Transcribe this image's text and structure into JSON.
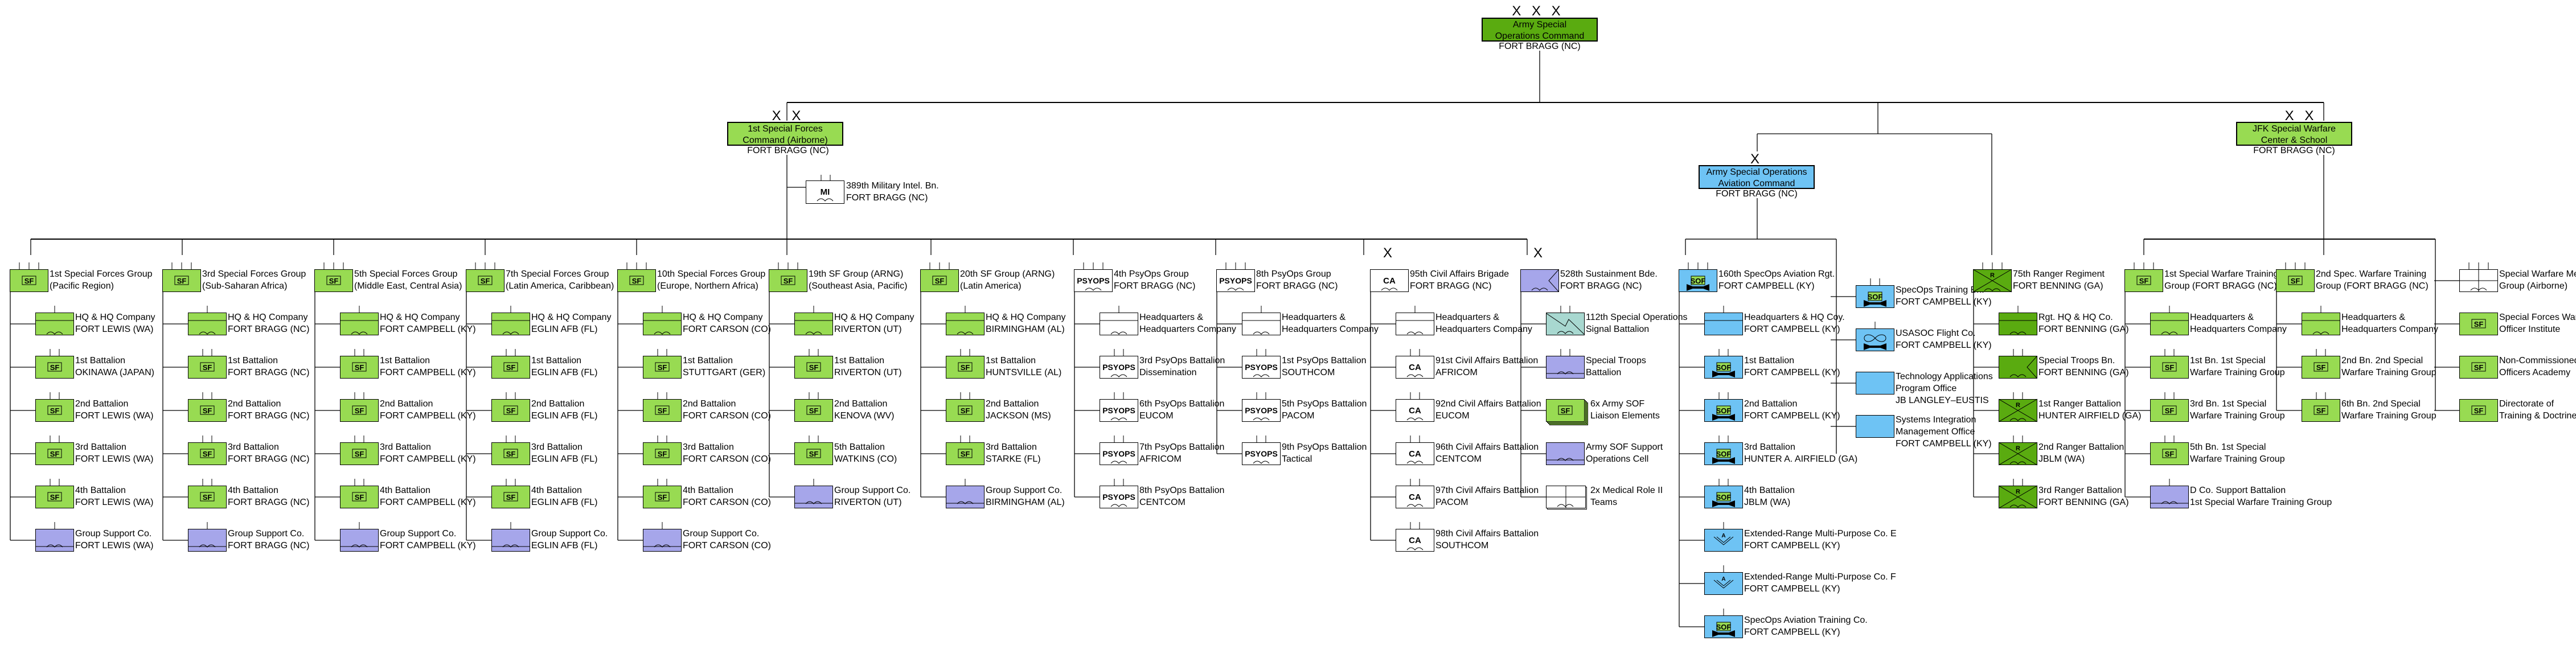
{
  "colors": {
    "sf_green": "#98db52",
    "dark_green": "#5aab10",
    "support_lavender": "#a6a6ea",
    "aviation_blue": "#6ec3f4",
    "signal_teal": "#a8d8d0",
    "line": "#000000"
  },
  "usasoc": {
    "echelon": "X X X",
    "name_line1": "Army Special",
    "name_line2": "Operations Command",
    "location": "FORT BRAGG (NC)"
  },
  "sfc": {
    "echelon": "X X",
    "name_line1": "1st Special Forces",
    "name_line2": "Command (Airborne)",
    "location": "FORT BRAGG (NC)",
    "mi_bn": {
      "icon": "MI",
      "line1": "389th Military Intel. Bn.",
      "line2": "FORT BRAGG (NC)"
    }
  },
  "asoac": {
    "echelon": "X",
    "name_line1": "Army Special Operations",
    "name_line2": "Aviation Command",
    "location": "FORT BRAGG (NC)"
  },
  "swcs": {
    "echelon": "X X",
    "name_line1": "JFK Special Warfare",
    "name_line2": "Center & School",
    "location": "FORT BRAGG (NC)"
  },
  "columns": [
    {
      "head": {
        "type": "sf",
        "icon": "SF",
        "line1": "1st Special Forces Group",
        "line2": "(Pacific Region)"
      },
      "children": [
        {
          "type": "hhc",
          "line1": "HQ & HQ Company",
          "line2": "FORT LEWIS (WA)"
        },
        {
          "type": "sf",
          "icon": "SF",
          "line1": "1st Battalion",
          "line2": "OKINAWA (JAPAN)"
        },
        {
          "type": "sf",
          "icon": "SF",
          "line1": "2nd Battalion",
          "line2": "FORT LEWIS (WA)"
        },
        {
          "type": "sf",
          "icon": "SF",
          "line1": "3rd Battalion",
          "line2": "FORT LEWIS (WA)"
        },
        {
          "type": "sf",
          "icon": "SF",
          "line1": "4th Battalion",
          "line2": "FORT LEWIS (WA)"
        },
        {
          "type": "support",
          "line1": "Group Support Co.",
          "line2": "FORT LEWIS (WA)"
        }
      ]
    },
    {
      "head": {
        "type": "sf",
        "icon": "SF",
        "line1": "3rd Special Forces Group",
        "line2": "(Sub-Saharan Africa)"
      },
      "children": [
        {
          "type": "hhc",
          "line1": "HQ & HQ Company",
          "line2": "FORT BRAGG (NC)"
        },
        {
          "type": "sf",
          "icon": "SF",
          "line1": "1st Battalion",
          "line2": "FORT BRAGG (NC)"
        },
        {
          "type": "sf",
          "icon": "SF",
          "line1": "2nd Battalion",
          "line2": "FORT BRAGG (NC)"
        },
        {
          "type": "sf",
          "icon": "SF",
          "line1": "3rd Battalion",
          "line2": "FORT BRAGG (NC)"
        },
        {
          "type": "sf",
          "icon": "SF",
          "line1": "4th Battalion",
          "line2": "FORT BRAGG (NC)"
        },
        {
          "type": "support",
          "line1": "Group Support Co.",
          "line2": "FORT BRAGG (NC)"
        }
      ]
    },
    {
      "head": {
        "type": "sf",
        "icon": "SF",
        "line1": "5th Special Forces Group",
        "line2": "(Middle East, Central Asia)"
      },
      "children": [
        {
          "type": "hhc",
          "line1": "HQ & HQ Company",
          "line2": "FORT CAMPBELL (KY)"
        },
        {
          "type": "sf",
          "icon": "SF",
          "line1": "1st Battalion",
          "line2": "FORT CAMPBELL (KY)"
        },
        {
          "type": "sf",
          "icon": "SF",
          "line1": "2nd Battalion",
          "line2": "FORT CAMPBELL (KY)"
        },
        {
          "type": "sf",
          "icon": "SF",
          "line1": "3rd Battalion",
          "line2": "FORT CAMPBELL (KY)"
        },
        {
          "type": "sf",
          "icon": "SF",
          "line1": "4th Battalion",
          "line2": "FORT CAMPBELL (KY)"
        },
        {
          "type": "support",
          "line1": "Group Support Co.",
          "line2": "FORT CAMPBELL (KY)"
        }
      ]
    },
    {
      "head": {
        "type": "sf",
        "icon": "SF",
        "line1": "7th Special Forces Group",
        "line2": "(Latin America, Caribbean)"
      },
      "children": [
        {
          "type": "hhc",
          "line1": "HQ & HQ Company",
          "line2": "EGLIN AFB (FL)"
        },
        {
          "type": "sf",
          "icon": "SF",
          "line1": "1st Battalion",
          "line2": "EGLIN AFB (FL)"
        },
        {
          "type": "sf",
          "icon": "SF",
          "line1": "2nd Battalion",
          "line2": "EGLIN AFB (FL)"
        },
        {
          "type": "sf",
          "icon": "SF",
          "line1": "3rd Battalion",
          "line2": "EGLIN AFB (FL)"
        },
        {
          "type": "sf",
          "icon": "SF",
          "line1": "4th Battalion",
          "line2": "EGLIN AFB (FL)"
        },
        {
          "type": "support",
          "line1": "Group Support Co.",
          "line2": "EGLIN AFB (FL)"
        }
      ]
    },
    {
      "head": {
        "type": "sf",
        "icon": "SF",
        "line1": "10th Special Forces Group",
        "line2": "(Europe, Northern Africa)"
      },
      "children": [
        {
          "type": "hhc",
          "line1": "HQ & HQ Company",
          "line2": "FORT CARSON (CO)"
        },
        {
          "type": "sf",
          "icon": "SF",
          "line1": "1st Battalion",
          "line2": "STUTTGART (GER)"
        },
        {
          "type": "sf",
          "icon": "SF",
          "line1": "2nd Battalion",
          "line2": "FORT CARSON (CO)"
        },
        {
          "type": "sf",
          "icon": "SF",
          "line1": "3rd Battalion",
          "line2": "FORT CARSON (CO)"
        },
        {
          "type": "sf",
          "icon": "SF",
          "line1": "4th Battalion",
          "line2": "FORT CARSON (CO)"
        },
        {
          "type": "support",
          "line1": "Group Support Co.",
          "line2": "FORT CARSON (CO)"
        }
      ]
    },
    {
      "head": {
        "type": "sf",
        "icon": "SF",
        "line1": "19th SF Group (ARNG)",
        "line2": "(Southeast Asia, Pacific)"
      },
      "children": [
        {
          "type": "hhc",
          "line1": "HQ & HQ Company",
          "line2": "RIVERTON (UT)"
        },
        {
          "type": "sf",
          "icon": "SF",
          "line1": "1st Battalion",
          "line2": "RIVERTON (UT)"
        },
        {
          "type": "sf",
          "icon": "SF",
          "line1": "2nd Battalion",
          "line2": "KENOVA (WV)"
        },
        {
          "type": "sf",
          "icon": "SF",
          "line1": "5th Battalion",
          "line2": "WATKINS (CO)"
        },
        {
          "type": "support",
          "line1": "Group Support Co.",
          "line2": "RIVERTON (UT)"
        }
      ]
    },
    {
      "head": {
        "type": "sf",
        "icon": "SF",
        "line1": "20th SF Group (ARNG)",
        "line2": "(Latin America)"
      },
      "children": [
        {
          "type": "hhc",
          "line1": "HQ & HQ Company",
          "line2": "BIRMINGHAM (AL)"
        },
        {
          "type": "sf",
          "icon": "SF",
          "line1": "1st Battalion",
          "line2": "HUNTSVILLE (AL)"
        },
        {
          "type": "sf",
          "icon": "SF",
          "line1": "2nd Battalion",
          "line2": "JACKSON (MS)"
        },
        {
          "type": "sf",
          "icon": "SF",
          "line1": "3rd Battalion",
          "line2": "STARKE (FL)"
        },
        {
          "type": "support",
          "line1": "Group Support Co.",
          "line2": "BIRMINGHAM (AL)"
        }
      ]
    },
    {
      "head": {
        "type": "psyops",
        "icon": "PSYOPS",
        "line1": "4th PsyOps Group",
        "line2": "FORT BRAGG (NC)"
      },
      "children": [
        {
          "type": "hhc-white",
          "line1": "Headquarters &",
          "line2": "Headquarters Company"
        },
        {
          "type": "psyops",
          "icon": "PSYOPS",
          "line1": "3rd PsyOps Battalion",
          "line2": "Dissemination"
        },
        {
          "type": "psyops",
          "icon": "PSYOPS",
          "line1": "6th PsyOps Battalion",
          "line2": "EUCOM"
        },
        {
          "type": "psyops",
          "icon": "PSYOPS",
          "line1": "7th PsyOps Battalion",
          "line2": "AFRICOM"
        },
        {
          "type": "psyops",
          "icon": "PSYOPS",
          "line1": "8th PsyOps Battalion",
          "line2": "CENTCOM"
        }
      ]
    },
    {
      "head": {
        "type": "psyops",
        "icon": "PSYOPS",
        "line1": "8th PsyOps Group",
        "line2": "FORT BRAGG (NC)"
      },
      "children": [
        {
          "type": "hhc-white",
          "line1": "Headquarters &",
          "line2": "Headquarters Company"
        },
        {
          "type": "psyops",
          "icon": "PSYOPS",
          "line1": "1st PsyOps Battalion",
          "line2": "SOUTHCOM"
        },
        {
          "type": "psyops",
          "icon": "PSYOPS",
          "line1": "5th PsyOps Battalion",
          "line2": "PACOM"
        },
        {
          "type": "psyops",
          "icon": "PSYOPS",
          "line1": "9th PsyOps Battalion",
          "line2": "Tactical"
        }
      ]
    },
    {
      "head": {
        "type": "ca",
        "icon": "CA",
        "echelon": "X",
        "line1": "95th Civil Affairs Brigade",
        "line2": "FORT BRAGG (NC)"
      },
      "children": [
        {
          "type": "hhc-white",
          "line1": "Headquarters &",
          "line2": "Headquarters Company"
        },
        {
          "type": "ca",
          "icon": "CA",
          "line1": "91st Civil Affairs Battalion",
          "line2": "AFRICOM"
        },
        {
          "type": "ca",
          "icon": "CA",
          "line1": "92nd Civil Affairs Battalion",
          "line2": "EUCOM"
        },
        {
          "type": "ca",
          "icon": "CA",
          "line1": "96th Civil Affairs Battalion",
          "line2": "CENTCOM"
        },
        {
          "type": "ca",
          "icon": "CA",
          "line1": "97th Civil Affairs Battalion",
          "line2": "PACOM"
        },
        {
          "type": "ca",
          "icon": "CA",
          "line1": "98th Civil Affairs Battalion",
          "line2": "SOUTHCOM"
        }
      ]
    },
    {
      "head": {
        "type": "sustain",
        "echelon": "X",
        "line1": "528th Sustainment Bde.",
        "line2": "FORT BRAGG (NC)"
      },
      "children": [
        {
          "type": "signal",
          "line1": "112th Special Operations",
          "line2": "Signal Battalion"
        },
        {
          "type": "support-bn",
          "line1": "Special Troops",
          "line2": "Battalion"
        },
        {
          "type": "sf-stack",
          "icon": "SF",
          "line1": "6x Army SOF",
          "line2": "Liaison Elements"
        },
        {
          "type": "support-plain",
          "line1": "Army SOF Support",
          "line2": "Operations Cell"
        },
        {
          "type": "medical-stack",
          "line1": "2x Medical Role II",
          "line2": "Teams"
        }
      ]
    },
    {
      "head": {
        "type": "sof",
        "icon": "SOF",
        "line1": "160th SpecOps Aviation Rgt.",
        "line2": "FORT CAMPBELL (KY)"
      },
      "children": [
        {
          "type": "hhc-blue",
          "line1": "Headquarters & HQ Coy.",
          "line2": "FORT CAMPBELL (KY)"
        },
        {
          "type": "sof",
          "icon": "SOF",
          "line1": "1st Battalion",
          "line2": "FORT CAMPBELL (KY)"
        },
        {
          "type": "sof",
          "icon": "SOF",
          "line1": "2nd Battalion",
          "line2": "FORT CAMPBELL (KY)"
        },
        {
          "type": "sof",
          "icon": "SOF",
          "line1": "3rd Battalion",
          "line2": "HUNTER A. AIRFIELD (GA)"
        },
        {
          "type": "sof",
          "icon": "SOF",
          "line1": "4th Battalion",
          "line2": "JBLM (WA)"
        },
        {
          "type": "uav",
          "icon": "A",
          "line1": "Extended-Range Multi-Purpose Co. E",
          "line2": "FORT CAMPBELL (KY)"
        },
        {
          "type": "uav",
          "icon": "A",
          "line1": "Extended-Range Multi-Purpose Co. F",
          "line2": "FORT CAMPBELL (KY)"
        },
        {
          "type": "sof-co",
          "icon": "SOF",
          "line1": "SpecOps Aviation Training Co.",
          "line2": "FORT CAMPBELL (KY)"
        }
      ]
    },
    {
      "head": null,
      "children": [
        {
          "type": "sof",
          "icon": "SOF",
          "line1": "SpecOps Training Bn.",
          "line2": "FORT CAMPBELL (KY)"
        },
        {
          "type": "flight",
          "line1": "USASOC Flight Co.",
          "line2": "FORT CAMPBELL (KY)"
        },
        {
          "type": "blue-plain",
          "line1": "Technology Applications",
          "line2": "Program Office",
          "line3": "JB LANGLEY–EUSTIS"
        },
        {
          "type": "blue-plain",
          "line1": "Systems Integration",
          "line2": "Management Office",
          "line3": "FORT CAMPBELL (KY)"
        }
      ]
    },
    {
      "head": {
        "type": "ranger",
        "icon": "R",
        "line1": "75th Ranger Regiment",
        "line2": "FORT BENNING (GA)"
      },
      "children": [
        {
          "type": "hhc-dark",
          "line1": "Rgt. HQ & HQ Co.",
          "line2": "FORT BENNING (GA)"
        },
        {
          "type": "stb-dark",
          "line1": "Special Troops Bn.",
          "line2": "FORT BENNING (GA)"
        },
        {
          "type": "ranger",
          "icon": "R",
          "line1": "1st Ranger Battalion",
          "line2": "HUNTER AIRFIELD (GA)"
        },
        {
          "type": "ranger",
          "icon": "R",
          "line1": "2nd Ranger Battalion",
          "line2": "JBLM (WA)"
        },
        {
          "type": "ranger",
          "icon": "R",
          "line1": "3rd Ranger Battalion",
          "line2": "FORT BENNING (GA)"
        }
      ]
    },
    {
      "head": {
        "type": "sf",
        "icon": "SF",
        "line1": "1st Special Warfare Training",
        "line2": "Group (FORT BRAGG (NC)"
      },
      "children": [
        {
          "type": "hhc",
          "line1": "Headquarters &",
          "line2": "Headquarters Company"
        },
        {
          "type": "sf",
          "icon": "SF",
          "line1": "1st Bn. 1st Special",
          "line2": "Warfare Training Group"
        },
        {
          "type": "sf",
          "icon": "SF",
          "line1": "3rd Bn. 1st Special",
          "line2": "Warfare Training Group"
        },
        {
          "type": "sf",
          "icon": "SF",
          "line1": "5th Bn. 1st Special",
          "line2": "Warfare Training Group"
        },
        {
          "type": "support",
          "line1": "D Co. Support Battalion",
          "line2": "1st Special Warfare Training Group"
        }
      ]
    },
    {
      "head": {
        "type": "sf",
        "icon": "SF",
        "line1": "2nd Spec. Warfare Training",
        "line2": "Group (FORT BRAGG (NC)"
      },
      "children": [
        {
          "type": "hhc",
          "line1": "Headquarters &",
          "line2": "Headquarters Company"
        },
        {
          "type": "sf",
          "icon": "SF",
          "line1": "2nd Bn. 2nd Special",
          "line2": "Warfare Training Group"
        },
        {
          "type": "sf",
          "icon": "SF",
          "line1": "6th Bn. 2nd Special",
          "line2": "Warfare Training Group"
        }
      ]
    },
    {
      "head": null,
      "children": [
        {
          "type": "medical",
          "line1": "Special Warfare Medical",
          "line2": "Group (Airborne)"
        },
        {
          "type": "sf-plain",
          "icon": "SF",
          "line1": "Special Forces Warrant",
          "line2": "Officer Institute"
        },
        {
          "type": "sf-plain",
          "icon": "SF",
          "line1": "Non-Commissioned",
          "line2": "Officers Academy"
        },
        {
          "type": "sf-plain",
          "icon": "SF",
          "line1": "Directorate of",
          "line2": "Training & Doctrine"
        }
      ]
    }
  ]
}
